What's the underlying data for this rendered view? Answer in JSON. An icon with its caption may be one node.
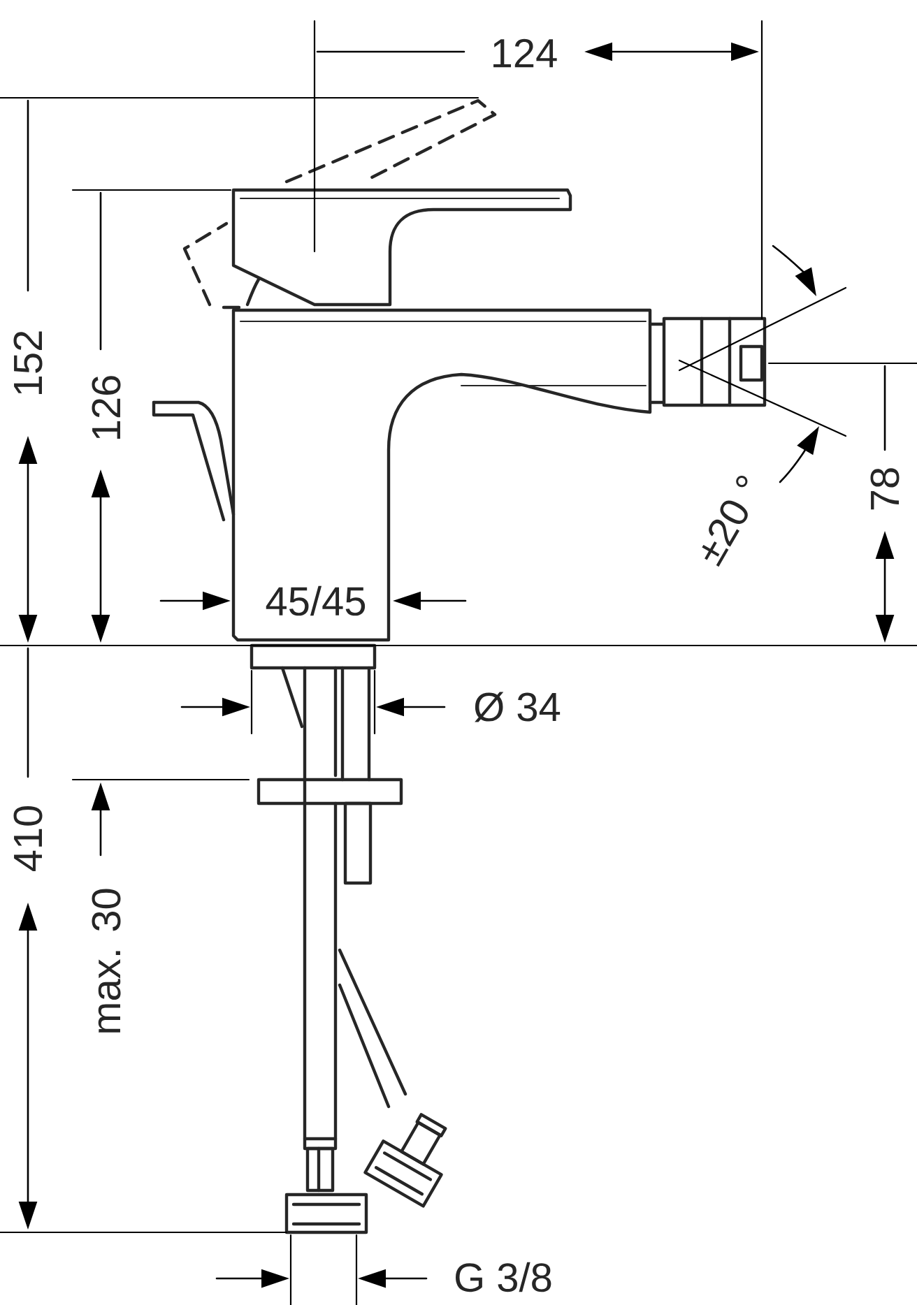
{
  "diagram": {
    "labels": [
      "124",
      "152",
      "126",
      "±20 °",
      "78",
      "45/45",
      "410",
      "Ø 34",
      "max. 30",
      "G 3/8"
    ]
  }
}
